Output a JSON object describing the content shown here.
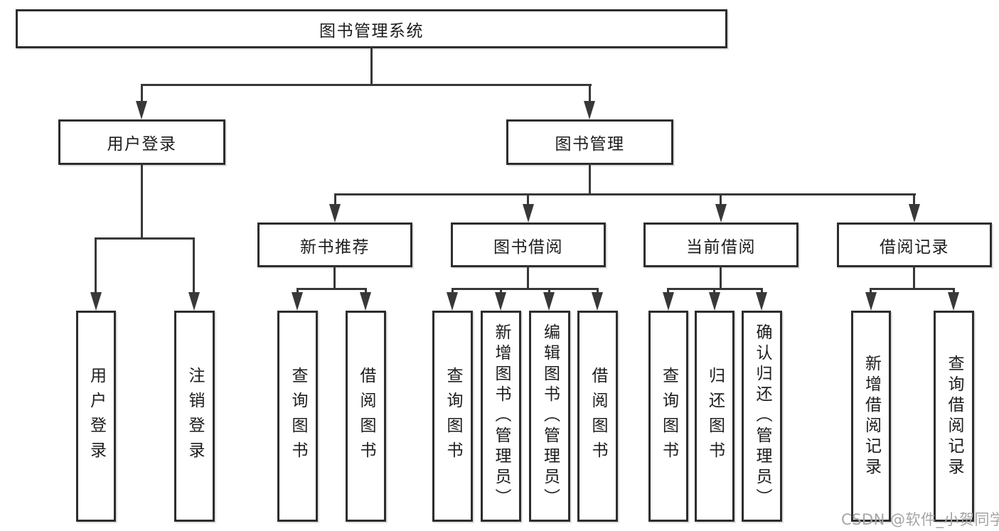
{
  "tree": {
    "root": {
      "label": "图书管理系统",
      "children": [
        {
          "label": "用户登录",
          "children": [
            {
              "label": "用户登录"
            },
            {
              "label": "注销登录"
            }
          ]
        },
        {
          "label": "图书管理",
          "children": [
            {
              "label": "新书推荐",
              "children": [
                {
                  "label": "查询图书"
                },
                {
                  "label": "借阅图书"
                }
              ]
            },
            {
              "label": "图书借阅",
              "children": [
                {
                  "label": "查询图书"
                },
                {
                  "label": "新增图书（管理员）"
                },
                {
                  "label": "编辑图书（管理员）"
                },
                {
                  "label": "借阅图书"
                }
              ]
            },
            {
              "label": "当前借阅",
              "children": [
                {
                  "label": "查询图书"
                },
                {
                  "label": "归还图书"
                },
                {
                  "label": "确认归还（管理员）"
                }
              ]
            },
            {
              "label": "借阅记录",
              "children": [
                {
                  "label": "新增借阅记录"
                },
                {
                  "label": "查询借阅记录"
                }
              ]
            }
          ]
        }
      ]
    }
  },
  "watermark": {
    "text": "CSDN @软件_小贺同学"
  },
  "colors": {
    "line": "#383838",
    "box_border": "#2d2d2d",
    "text": "#1d1d1d",
    "watermark_color": "#a5a5a5",
    "bg": "#ffffff"
  }
}
